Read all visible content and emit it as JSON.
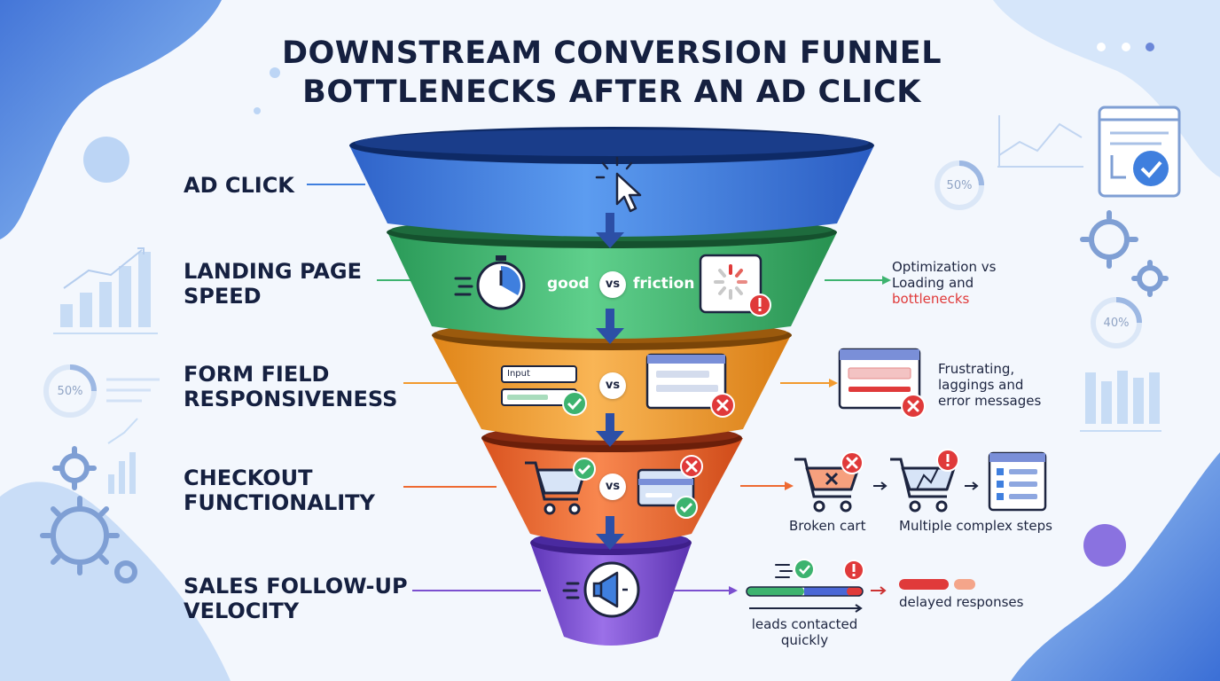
{
  "title": {
    "line1": "DOWNSTREAM CONVERSION FUNNEL",
    "line2": "BOTTLENECKS AFTER AN AD CLICK"
  },
  "stages": [
    {
      "label_lines": [
        "AD CLICK"
      ],
      "color": "#3f7fde",
      "icon": "cursor-click-icon"
    },
    {
      "label_lines": [
        "LANDING PAGE",
        "SPEED"
      ],
      "color": "#3db36f",
      "good_label": "good",
      "vs_label": "vs",
      "bad_label": "friction",
      "good_icon": "stopwatch-icon",
      "bad_icon": "loading-spinner-icon",
      "side_text": [
        "Optimization vs",
        "Loading and"
      ],
      "side_highlight": "bottlenecks"
    },
    {
      "label_lines": [
        "FORM FIELD",
        "RESPONSIVENESS"
      ],
      "color": "#f29a2e",
      "input_label": "Input",
      "vs_label": "vs",
      "side_text": [
        "Frustrating,",
        "laggings and",
        "error messages"
      ]
    },
    {
      "label_lines": [
        "CHECKOUT",
        "FUNCTIONALITY"
      ],
      "color": "#ee6a32",
      "vs_label": "vs",
      "good_icon": "shopping-cart-icon",
      "bad_icon": "credit-card-icon",
      "broken_cart_label": "Broken cart",
      "complex_steps_label": "Multiple complex steps"
    },
    {
      "label_lines": [
        "SALES FOLLOW-UP",
        "VELOCITY"
      ],
      "color": "#7b4fcf",
      "icon": "megaphone-icon",
      "quick_label": [
        "leads contacted",
        "quickly"
      ],
      "delayed_label": "delayed responses"
    }
  ],
  "decor": {
    "pct_left": "50%",
    "pct_right_top": "50%",
    "pct_right_mid": "40%"
  },
  "colors": {
    "title": "#152040",
    "error": "#e03a3a",
    "success": "#3db36f",
    "accent_blue": "#3f7fde"
  }
}
